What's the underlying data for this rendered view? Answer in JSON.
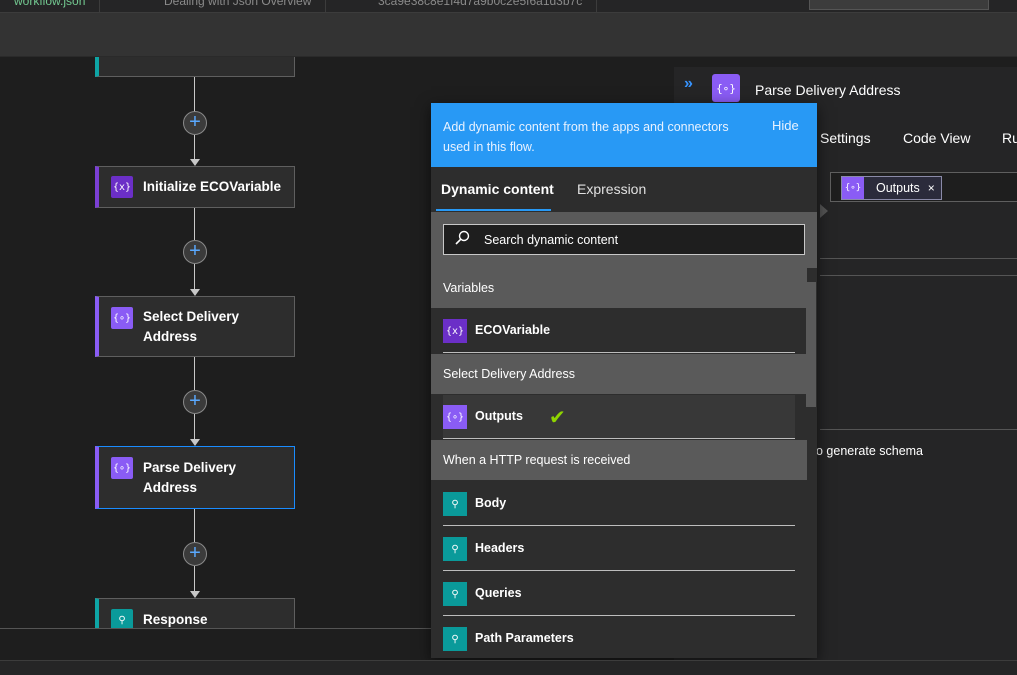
{
  "tabs": [
    {
      "label": "workflow.json"
    },
    {
      "label": "Dealing with Json Overview"
    },
    {
      "label": "3ca9e38c8e1f4d7a9b0c2e5f6a1d3b7c"
    }
  ],
  "flow": {
    "cards": [
      {
        "title": "Initialize ECOVariable",
        "icon": "{x}"
      },
      {
        "title": "Select Delivery Address",
        "icon": "{∘}"
      },
      {
        "title": "Parse Delivery Address",
        "icon": "{∘}"
      },
      {
        "title": "Response",
        "icon": "⚲"
      }
    ],
    "plus_symbol": "+"
  },
  "right_panel": {
    "expand_symbol": "»",
    "icon": "{∘}",
    "title": "Parse Delivery Address",
    "tabs": [
      "Settings",
      "Code View",
      "Ru"
    ],
    "token": {
      "icon": "{∘}",
      "label": "Outputs",
      "close": "×"
    },
    "schema_text": "o generate schema"
  },
  "popup": {
    "description": "Add dynamic content from the apps and connectors used in this flow.",
    "hide_label": "Hide",
    "tabs": [
      {
        "label": "Dynamic content",
        "active": true
      },
      {
        "label": "Expression",
        "active": false
      }
    ],
    "search_placeholder": "Search dynamic content",
    "sections": [
      {
        "title": "Variables",
        "items": [
          {
            "label": "ECOVariable",
            "icon": "{x}"
          }
        ]
      },
      {
        "title": "Select Delivery Address",
        "items": [
          {
            "label": "Outputs",
            "icon": "{∘}",
            "checked": true
          }
        ]
      },
      {
        "title": "When a HTTP request is received",
        "items": [
          {
            "label": "Body",
            "icon": "⚲"
          },
          {
            "label": "Headers",
            "icon": "⚲"
          },
          {
            "label": "Queries",
            "icon": "⚲"
          },
          {
            "label": "Path Parameters",
            "icon": "⚲"
          }
        ]
      }
    ],
    "check_symbol": "✔"
  },
  "colors": {
    "accent_blue": "#2899f5",
    "variable_purple": "#6b2fc7",
    "compose_purple": "#8a5cf5",
    "http_teal": "#0a9a9a",
    "check_green": "#8fd400"
  }
}
